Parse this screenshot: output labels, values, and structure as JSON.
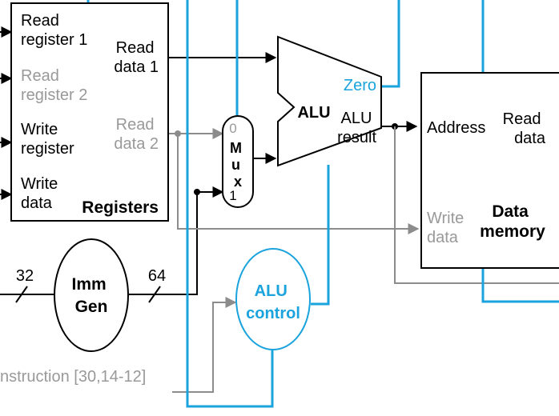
{
  "colors": {
    "black": "#000000",
    "gray": "#8c8c8c",
    "gray_text": "#999999",
    "blue": "#1aa3dc"
  },
  "registers": {
    "read_register_1": [
      "Read",
      "register 1"
    ],
    "read_register_2": [
      "Read",
      "register 2"
    ],
    "write_register": [
      "Write",
      "register"
    ],
    "write_data": [
      "Write",
      "data"
    ],
    "read_data_1": [
      "Read",
      "data 1"
    ],
    "read_data_2": [
      "Read",
      "data 2"
    ],
    "title": "Registers"
  },
  "mux": {
    "input_0": "0",
    "label": [
      "M",
      "u",
      "x"
    ],
    "input_1": "1"
  },
  "alu": {
    "title": "ALU",
    "zero": "Zero",
    "result": [
      "ALU",
      "result"
    ]
  },
  "data_memory": {
    "address": "Address",
    "read_data": [
      "Read",
      "data"
    ],
    "write_data": [
      "Write",
      "data"
    ],
    "title": [
      "Data",
      "memory"
    ]
  },
  "imm_gen": {
    "title": [
      "Imm",
      "Gen"
    ],
    "input_width": "32",
    "output_width": "64"
  },
  "alu_control": {
    "title": [
      "ALU",
      "control"
    ]
  },
  "instruction_label": "nstruction [30,14-12]"
}
